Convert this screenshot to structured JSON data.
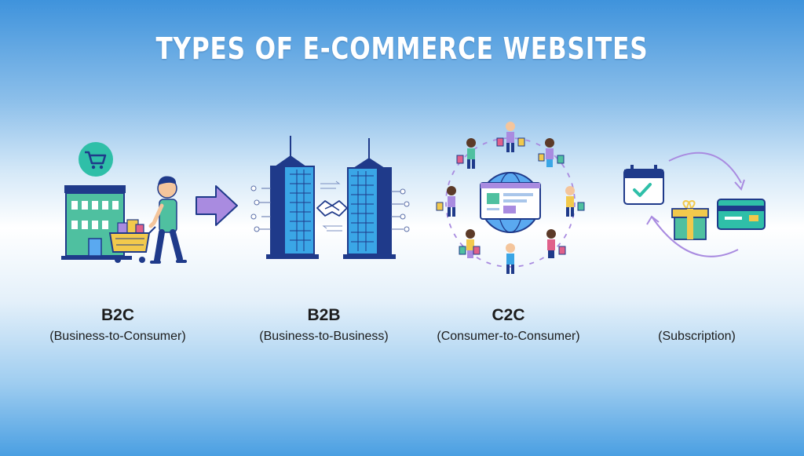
{
  "title": "TYPES OF E-COMMERCE WEBSITES",
  "colors": {
    "navy": "#1f3a8a",
    "teal": "#2fbfa8",
    "green": "#4fc0a0",
    "purple": "#a98be0",
    "skyblue": "#5aa9f0",
    "gold": "#f2c94c"
  },
  "types": [
    {
      "code": "B2C",
      "desc": "(Business-to-Consumer)",
      "icons": [
        "shopping-cart-badge-icon",
        "store-building-icon",
        "shopper-person-icon",
        "shopping-cart-icon"
      ]
    },
    {
      "code": "B2B",
      "desc": "(Business-to-Business)",
      "icons": [
        "office-tower-left-icon",
        "handshake-icon",
        "office-tower-right-icon",
        "network-nodes-icon"
      ]
    },
    {
      "code": "C2C",
      "desc": "(Consumer-to-Consumer)",
      "icons": [
        "globe-marketplace-icon",
        "web-listing-icon",
        "consumer-people-ring-icon"
      ]
    },
    {
      "code": "",
      "desc": "(Subscription)",
      "icons": [
        "calendar-check-icon",
        "gift-box-icon",
        "credit-card-icon",
        "renewal-cycle-arrows-icon"
      ]
    }
  ],
  "connector_icon": "right-arrow-icon"
}
